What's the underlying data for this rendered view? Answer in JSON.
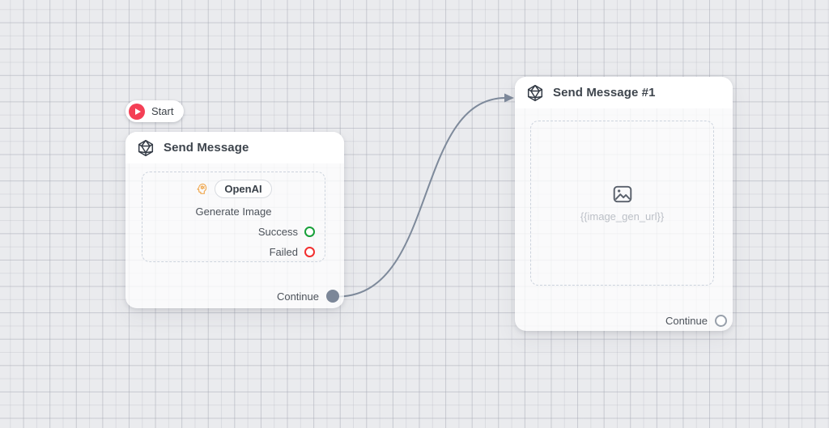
{
  "canvas": {
    "background_color": "#eaebee",
    "grid_line_color": "#d4d5da"
  },
  "start_badge": {
    "label": "Start",
    "play_icon": "play-icon",
    "accent_color": "#f43f55"
  },
  "connector": {
    "color": "#7e8a9b"
  },
  "nodes": [
    {
      "title": "Send Message",
      "icon": "d20-node-icon",
      "content": {
        "provider": {
          "icon": "psychology-icon",
          "icon_color": "#f0ab55",
          "label": "OpenAI"
        },
        "action": "Generate Image",
        "outputs": [
          {
            "label": "Success",
            "color": "#17a03a"
          },
          {
            "label": "Failed",
            "color": "#f22f2f"
          }
        ]
      },
      "footer": {
        "label": "Continue",
        "port_filled": true,
        "port_color": "#7c8798"
      }
    },
    {
      "title": "Send Message #1",
      "icon": "d20-node-icon",
      "content": {
        "image_icon": "image-placeholder-icon",
        "placeholder": "{{image_gen_url}}"
      },
      "footer": {
        "label": "Continue",
        "port_filled": false,
        "port_color": "#98a0ab"
      }
    }
  ]
}
